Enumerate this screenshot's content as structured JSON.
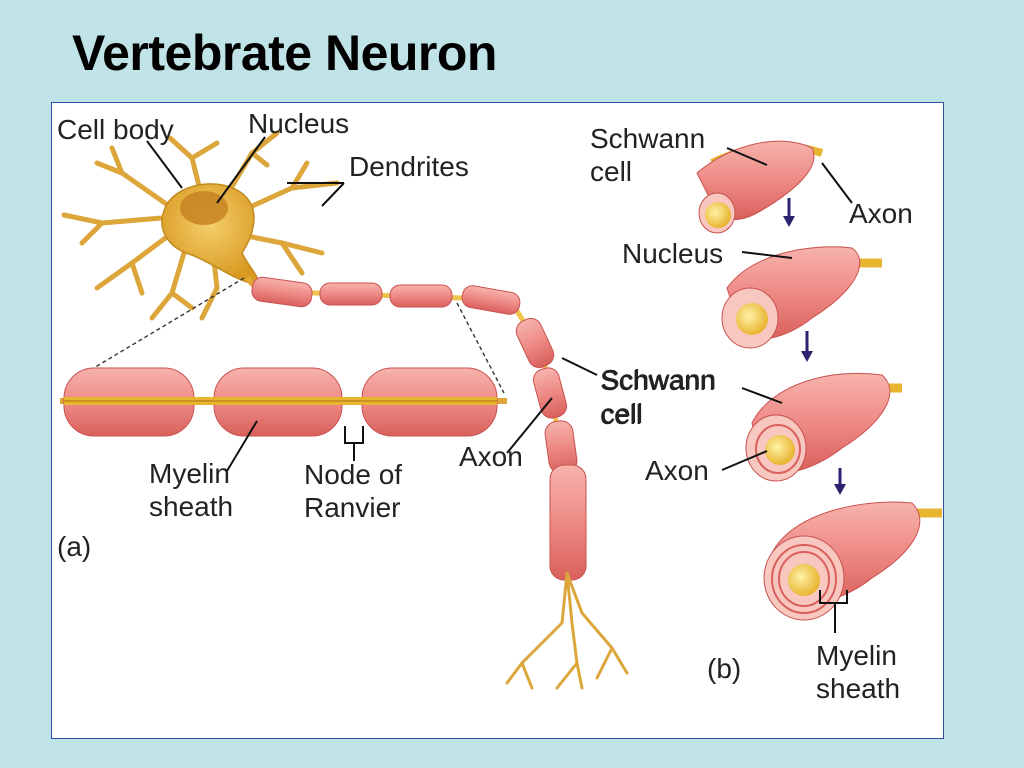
{
  "title": "Vertebrate Neuron",
  "colors": {
    "background": "#bfe3e6",
    "frame": "#2d4ea3",
    "cell_body": "#e7b33a",
    "myelin": "#ee8a85",
    "axon_core": "#f3cf6a",
    "arrow": "#2b2370"
  },
  "panel_a": {
    "label": "(a)",
    "cell_body": "Cell body",
    "nucleus": "Nucleus",
    "dendrites": "Dendrites",
    "schwann_line1": "Schwann",
    "schwann_line2": "cell",
    "axon": "Axon",
    "myelin_line1": "Myelin",
    "myelin_line2": "sheath",
    "node_line1": "Node of",
    "node_line2": "Ranvier"
  },
  "panel_b": {
    "label": "(b)",
    "schwann_line1": "Schwann",
    "schwann_line2": "cell",
    "axon_top": "Axon",
    "nucleus": "Nucleus",
    "schwann2_line1": "Schwann",
    "schwann2_line2": "cell",
    "axon_mid": "Axon",
    "myelin_line1": "Myelin",
    "myelin_line2": "sheath"
  }
}
